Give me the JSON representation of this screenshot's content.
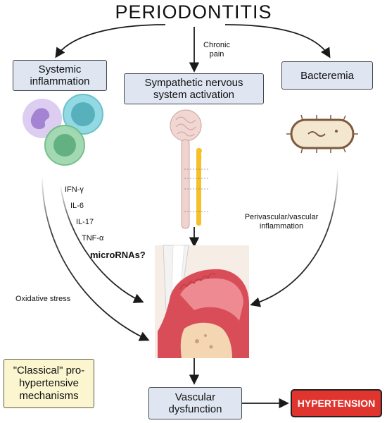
{
  "title": "PERIODONTITIS",
  "chronic_pain": [
    "Chronic",
    "pain"
  ],
  "boxes": {
    "systemic": [
      "Systemic",
      "inflammation"
    ],
    "sympathetic": [
      "Sympathetic nervous",
      "system activation"
    ],
    "bacteremia": "Bacteremia",
    "vascular": [
      "Vascular",
      "dysfunction"
    ],
    "hypertension": "HYPERTENSION",
    "classical": [
      "\"Classical\" pro-",
      "hypertensive",
      "mechanisms"
    ]
  },
  "cytokines": [
    "IFN-γ",
    "IL-6",
    "IL-17",
    "TNF-α"
  ],
  "micrornas": "microRNAs?",
  "oxidative_stress": "Oxidative stress",
  "perivascular": [
    "Perivascular/vascular",
    "inflammation"
  ],
  "icons": [
    "immune-cells-icon",
    "spinal-cord-icon",
    "bacterium-icon",
    "gum-tooth-icon"
  ],
  "colors": {
    "box_fill": "#dfe5f1",
    "classical_fill": "#fbf6d0",
    "hypertension_fill": "#e0352f",
    "arrow": "#1a1a1a"
  }
}
